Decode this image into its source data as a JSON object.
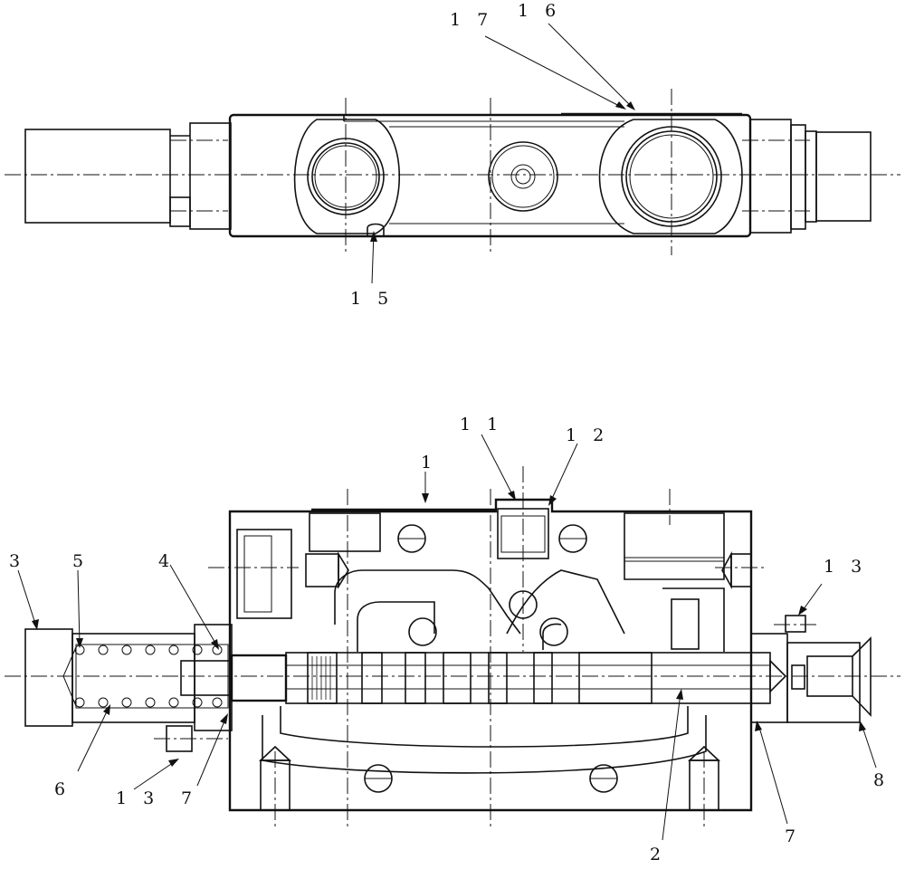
{
  "labels": {
    "l15": "1 5",
    "l16": "1 6",
    "l17": "1 7",
    "l1": "1",
    "l2": "2",
    "l3": "3",
    "l4": "4",
    "l5": "5",
    "l6": "6",
    "l7a": "7",
    "l7b": "7",
    "l8": "8",
    "l11": "1 1",
    "l12": "1 2",
    "l13a": "1 3",
    "l13b": "1 3"
  }
}
